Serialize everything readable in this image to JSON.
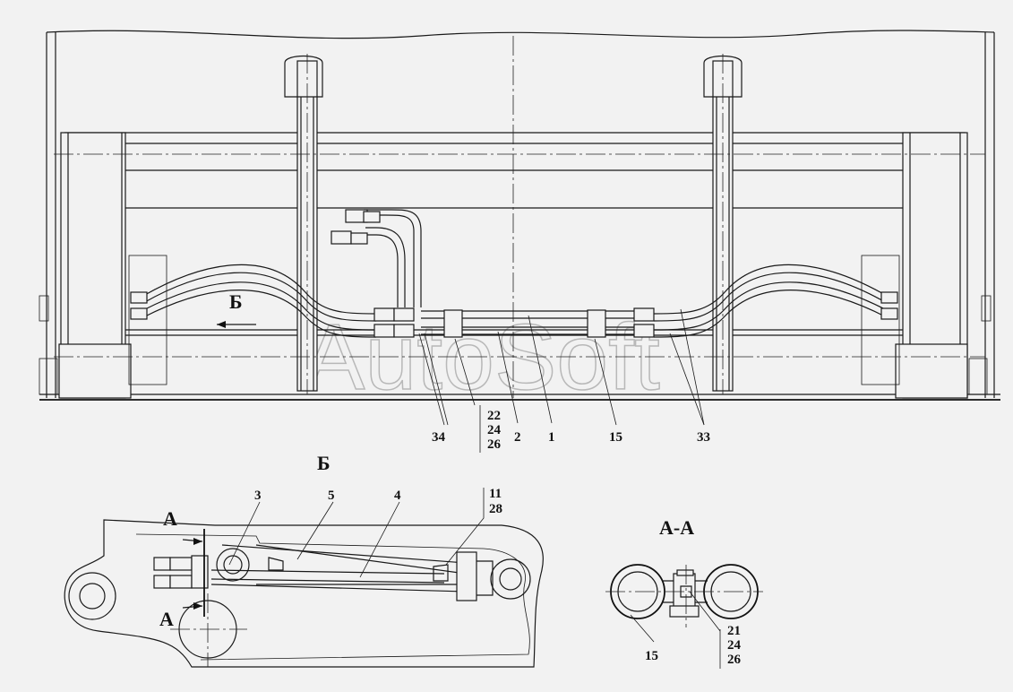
{
  "watermark": "AutoSoft",
  "top_view": {
    "section_marker": "Б",
    "callouts": {
      "c34": "34",
      "c22": "22",
      "c24": "24",
      "c26": "26",
      "c2": "2",
      "c1": "1",
      "c15": "15",
      "c33": "33"
    }
  },
  "view_b": {
    "title": "Б",
    "section_mark_top": "А",
    "section_mark_bottom": "А",
    "callouts": {
      "c3": "3",
      "c5": "5",
      "c4": "4",
      "c11": "11",
      "c28": "28"
    }
  },
  "section_aa": {
    "title": "А-А",
    "callouts": {
      "c15": "15",
      "c21": "21",
      "c24": "24",
      "c26": "26"
    }
  }
}
